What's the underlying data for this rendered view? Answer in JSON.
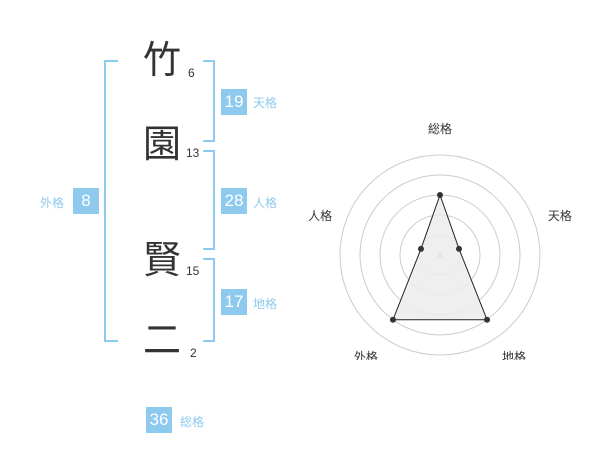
{
  "name_chars": [
    {
      "char": "竹",
      "strokes": "6"
    },
    {
      "char": "園",
      "strokes": "13"
    },
    {
      "char": "賢",
      "strokes": "15"
    },
    {
      "char": "二",
      "strokes": "2"
    }
  ],
  "fortunes": {
    "tenkaku": {
      "value": "19",
      "label": "天格"
    },
    "jinkaku": {
      "value": "28",
      "label": "人格"
    },
    "chikaku": {
      "value": "17",
      "label": "地格"
    },
    "gaikaku": {
      "value": "8",
      "label": "外格"
    },
    "soukaku": {
      "value": "36",
      "label": "総格"
    }
  },
  "colors": {
    "accent": "#8ec9ee",
    "text": "#333333",
    "radar_fill": "#ececec",
    "radar_grid": "#cccccc"
  },
  "chart_data": {
    "type": "radar",
    "axes": [
      "総格",
      "天格",
      "地格",
      "外格",
      "人格"
    ],
    "levels": 5,
    "values": [
      3,
      1,
      4,
      4,
      1
    ],
    "max": 5
  }
}
